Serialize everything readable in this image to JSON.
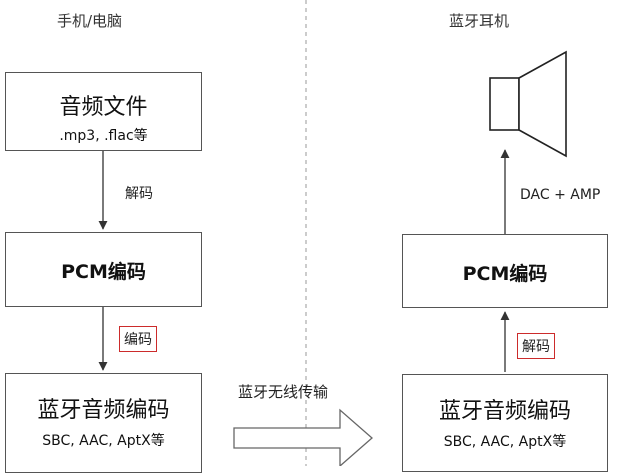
{
  "left": {
    "title": "手机/电脑",
    "box1": {
      "title": "音频文件",
      "sub": ".mp3, .flac等"
    },
    "arrow1_label": "解码",
    "box2": {
      "title": "PCM编码"
    },
    "arrow2_label": "编码",
    "box3": {
      "title": "蓝牙音频编码",
      "sub": "SBC, AAC, AptX等"
    }
  },
  "middle": {
    "label": "蓝牙无线传输"
  },
  "right": {
    "title": "蓝牙耳机",
    "speaker_icon": "speaker-icon",
    "arrow_top_label": "DAC + AMP",
    "box2": {
      "title": "PCM编码"
    },
    "arrow_bottom_label": "解码",
    "box3": {
      "title": "蓝牙音频编码",
      "sub": "SBC, AAC, AptX等"
    }
  },
  "colors": {
    "box_border": "#555555",
    "highlight": "#cc2b2b",
    "divider": "#999999"
  }
}
